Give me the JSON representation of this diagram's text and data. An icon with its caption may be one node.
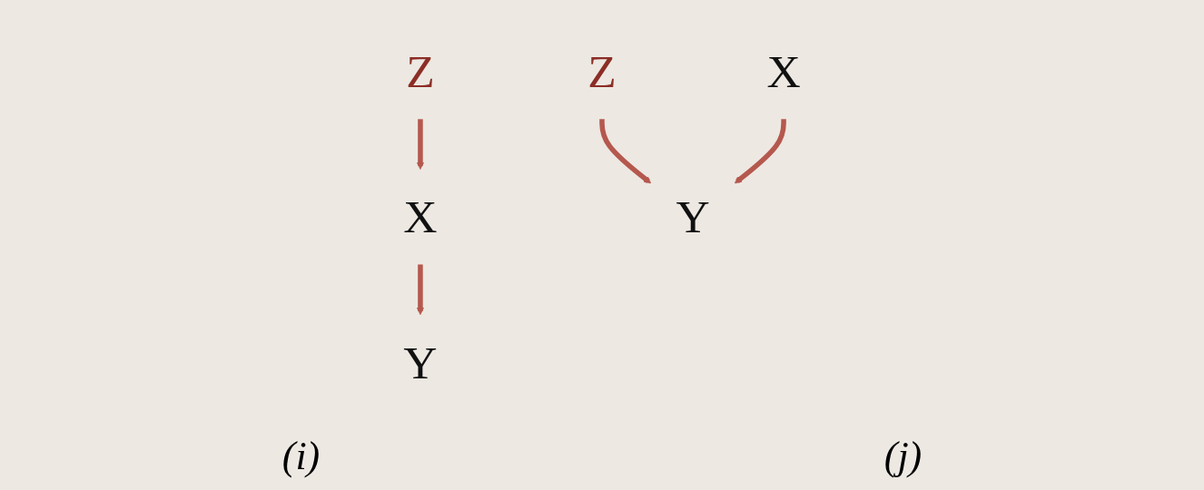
{
  "diagram": {
    "nodes": [
      {
        "text": [
          "Z"
        ]
      },
      {
        "text": [
          "X"
        ]
      },
      {
        "text": [
          "Y"
        ]
      },
      {
        "text": [
          "Z"
        ]
      },
      {
        "text": [
          "X"
        ]
      },
      {
        "text": [
          "Y"
        ]
      }
    ],
    "edges": [
      {
        "from": 0,
        "to": 1,
        "arrow": "to"
      },
      {
        "from": 1,
        "to": 2,
        "arrow": "to"
      },
      {
        "from": 3,
        "to": 5,
        "arrow": "to"
      },
      {
        "from": 4,
        "to": 5,
        "arrow": "to"
      }
    ],
    "labels": [
      "(i)",
      "(j)"
    ]
  }
}
